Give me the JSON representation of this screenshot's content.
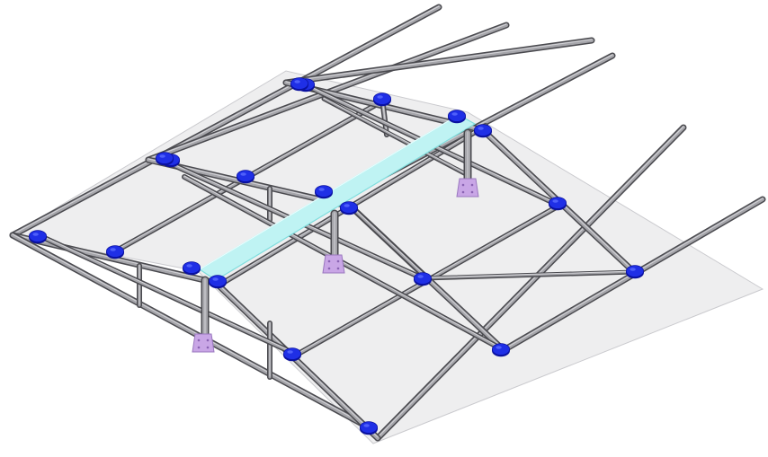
{
  "view": {
    "kind": "3d-structural-truss-render",
    "projection": "isometric",
    "background": "#ffffff"
  },
  "colors": {
    "panel": "#eeeeef",
    "panel_edge": "#c8c8cc",
    "member_light": "#a5a5aa",
    "member_dark": "#4a4a4f",
    "member_core": "#7c7c82",
    "joint": "#1f2fe6",
    "joint_dark": "#0a11a0",
    "ridge": "#bff3f3",
    "ridge_edge": "#7fdede",
    "base_plate": "#c9a6e6"
  },
  "parts": {
    "trusses": 3,
    "purlins": 6,
    "rafters": 6,
    "joints": 20,
    "posts": 3,
    "base_plates": 3,
    "ridge_beam": 1,
    "roof_panel": 1
  }
}
